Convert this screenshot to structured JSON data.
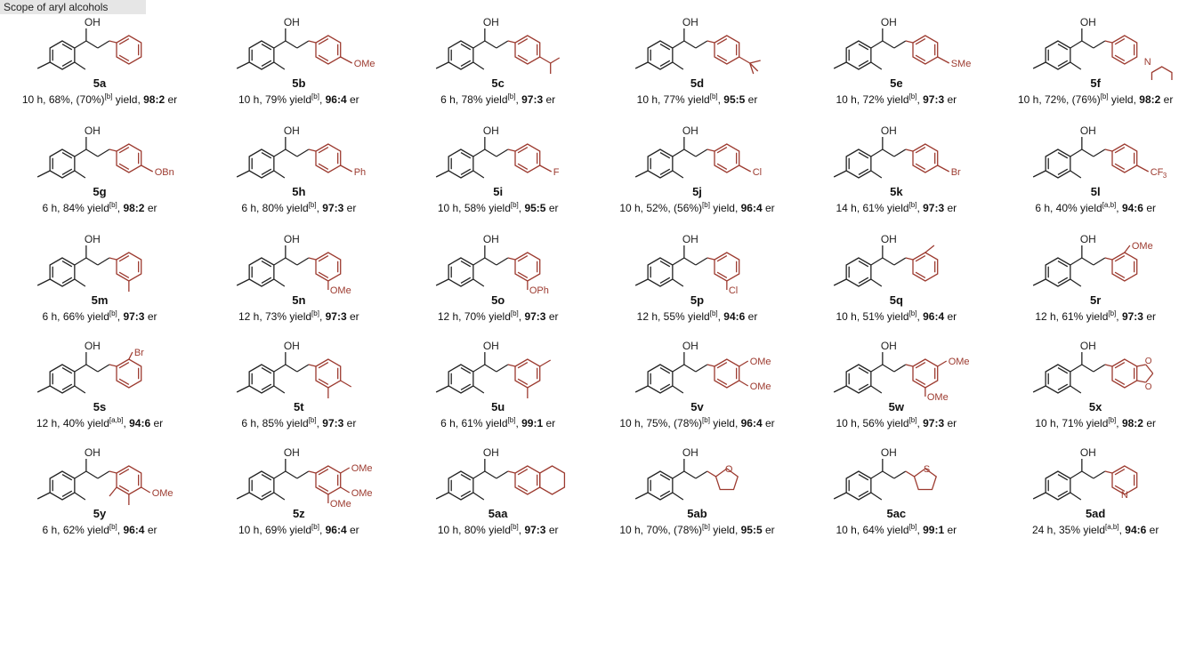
{
  "header": {
    "title": "Scope of aryl alcohols"
  },
  "colors": {
    "scaffold": "#222222",
    "variable": "#9c3a2f"
  },
  "entries": [
    {
      "id": "5a",
      "label": "5a",
      "sub": "ph",
      "caption": {
        "main": "10 h, 68%, (70%)",
        "sup": "[b]",
        "tail": " yield, ",
        "er": "98:2",
        "er_suffix": " er"
      }
    },
    {
      "id": "5b",
      "label": "5b",
      "sub": "p-OMe",
      "caption": {
        "main": "10 h, 79% yield",
        "sup": "[b]",
        "tail": ", ",
        "er": "96:4",
        "er_suffix": " er"
      }
    },
    {
      "id": "5c",
      "label": "5c",
      "sub": "p-iPr",
      "caption": {
        "main": "6 h, 78% yield",
        "sup": "[b]",
        "tail": ", ",
        "er": "97:3",
        "er_suffix": " er"
      }
    },
    {
      "id": "5d",
      "label": "5d",
      "sub": "p-tBu",
      "caption": {
        "main": "10 h, 77% yield",
        "sup": "[b]",
        "tail": ", ",
        "er": "95:5",
        "er_suffix": " er"
      }
    },
    {
      "id": "5e",
      "label": "5e",
      "sub": "p-SMe",
      "caption": {
        "main": "10 h, 72% yield",
        "sup": "[b]",
        "tail": ", ",
        "er": "97:3",
        "er_suffix": " er"
      }
    },
    {
      "id": "5f",
      "label": "5f",
      "sub": "p-morph",
      "caption": {
        "main": "10 h, 72%, (76%)",
        "sup": "[b]",
        "tail": " yield, ",
        "er": "98:2",
        "er_suffix": " er"
      }
    },
    {
      "id": "5g",
      "label": "5g",
      "sub": "p-OBn",
      "caption": {
        "main": "6 h, 84% yield",
        "sup": "[b]",
        "tail": ", ",
        "er": "98:2",
        "er_suffix": " er"
      }
    },
    {
      "id": "5h",
      "label": "5h",
      "sub": "p-Ph",
      "caption": {
        "main": "6 h, 80% yield",
        "sup": "[b]",
        "tail": ", ",
        "er": "97:3",
        "er_suffix": " er"
      }
    },
    {
      "id": "5i",
      "label": "5i",
      "sub": "p-F",
      "caption": {
        "main": "10 h, 58% yield",
        "sup": "[b]",
        "tail": ", ",
        "er": "95:5",
        "er_suffix": " er"
      }
    },
    {
      "id": "5j",
      "label": "5j",
      "sub": "p-Cl",
      "caption": {
        "main": "10 h, 52%, (56%)",
        "sup": "[b]",
        "tail": " yield, ",
        "er": "96:4",
        "er_suffix": " er"
      }
    },
    {
      "id": "5k",
      "label": "5k",
      "sub": "p-Br",
      "caption": {
        "main": "14 h, 61% yield",
        "sup": "[b]",
        "tail": ", ",
        "er": "97:3",
        "er_suffix": " er"
      }
    },
    {
      "id": "5l",
      "label": "5l",
      "sub": "p-CF3",
      "caption": {
        "main": "6 h, 40% yield",
        "sup": "[a,b]",
        "tail": ", ",
        "er": "94:6",
        "er_suffix": " er"
      }
    },
    {
      "id": "5m",
      "label": "5m",
      "sub": "m-Me",
      "caption": {
        "main": "6 h, 66% yield",
        "sup": "[b]",
        "tail": ", ",
        "er": "97:3",
        "er_suffix": " er"
      }
    },
    {
      "id": "5n",
      "label": "5n",
      "sub": "m-OMe",
      "caption": {
        "main": "12 h, 73% yield",
        "sup": "[b]",
        "tail": ", ",
        "er": "97:3",
        "er_suffix": " er"
      }
    },
    {
      "id": "5o",
      "label": "5o",
      "sub": "m-OPh",
      "caption": {
        "main": "12 h, 70% yield",
        "sup": "[b]",
        "tail": ",  ",
        "er": "97:3",
        "er_suffix": " er"
      }
    },
    {
      "id": "5p",
      "label": "5p",
      "sub": "m-Cl",
      "caption": {
        "main": "12 h, 55% yield",
        "sup": "[b]",
        "tail": ", ",
        "er": "94:6",
        "er_suffix": " er"
      }
    },
    {
      "id": "5q",
      "label": "5q",
      "sub": "o-Me",
      "caption": {
        "main": "10 h, 51% yield",
        "sup": "[b]",
        "tail": ", ",
        "er": "96:4",
        "er_suffix": " er"
      }
    },
    {
      "id": "5r",
      "label": "5r",
      "sub": "o-OMe",
      "caption": {
        "main": "12 h, 61% yield",
        "sup": "[b]",
        "tail": ", ",
        "er": "97:3",
        "er_suffix": " er"
      }
    },
    {
      "id": "5s",
      "label": "5s",
      "sub": "o-Br",
      "caption": {
        "main": "12 h, 40% yield",
        "sup": "[a,b]",
        "tail": ", ",
        "er": "94:6",
        "er_suffix": " er"
      }
    },
    {
      "id": "5t",
      "label": "5t",
      "sub": "3,4-Me2",
      "caption": {
        "main": "6 h, 85% yield",
        "sup": "[b]",
        "tail": ", ",
        "er": "97:3",
        "er_suffix": " er"
      }
    },
    {
      "id": "5u",
      "label": "5u",
      "sub": "3,5-Me2",
      "caption": {
        "main": "6 h, 61% yield",
        "sup": "[b]",
        "tail": ", ",
        "er": "99:1",
        "er_suffix": " er"
      }
    },
    {
      "id": "5v",
      "label": "5v",
      "sub": "3,4-OMe2",
      "caption": {
        "main": "10 h, 75%, (78%)",
        "sup": "[b]",
        "tail": " yield, ",
        "er": "96:4",
        "er_suffix": " er"
      }
    },
    {
      "id": "5w",
      "label": "5w",
      "sub": "3,5-OMe2",
      "caption": {
        "main": "10 h, 56% yield",
        "sup": "[b]",
        "tail": ", ",
        "er": "97:3",
        "er_suffix": " er"
      }
    },
    {
      "id": "5x",
      "label": "5x",
      "sub": "diox",
      "caption": {
        "main": "10 h, 71% yield",
        "sup": "[b]",
        "tail": ", ",
        "er": "98:2",
        "er_suffix": " er"
      }
    },
    {
      "id": "5y",
      "label": "5y",
      "sub": "2,3-Me2-4-OMe",
      "caption": {
        "main": "6 h, 62% yield",
        "sup": "[b]",
        "tail": ", ",
        "er": "96:4",
        "er_suffix": " er"
      }
    },
    {
      "id": "5z",
      "label": "5z",
      "sub": "3,4,5-OMe3",
      "caption": {
        "main": "10 h, 69% yield",
        "sup": "[b]",
        "tail": ", ",
        "er": "96:4",
        "er_suffix": " er"
      }
    },
    {
      "id": "5aa",
      "label": "5aa",
      "sub": "naph",
      "caption": {
        "main": "10 h, 80% yield",
        "sup": "[b]",
        "tail": ", ",
        "er": "97:3",
        "er_suffix": " er"
      }
    },
    {
      "id": "5ab",
      "label": "5ab",
      "sub": "furan",
      "caption": {
        "main": "10 h, 70%, (78%)",
        "sup": "[b]",
        "tail": " yield, ",
        "er": "95:5",
        "er_suffix": " er"
      }
    },
    {
      "id": "5ac",
      "label": "5ac",
      "sub": "thio",
      "caption": {
        "main": "10 h, 64% yield",
        "sup": "[b]",
        "tail": ", ",
        "er": "99:1",
        "er_suffix": " er"
      }
    },
    {
      "id": "5ad",
      "label": "5ad",
      "sub": "pyr",
      "caption": {
        "main": "24 h, 35% yield",
        "sup": "[a,b]",
        "tail": ", ",
        "er": "94:6",
        "er_suffix": " er"
      }
    }
  ],
  "atoms": {
    "oh": "OH",
    "ome": "OMe",
    "sme": "SMe",
    "obn": "OBn",
    "oph": "OPh",
    "ph": "Ph",
    "f": "F",
    "cl": "Cl",
    "br": "Br",
    "cf3": "CF",
    "cf3_sub": "3",
    "n": "N",
    "o": "O",
    "s": "S"
  }
}
